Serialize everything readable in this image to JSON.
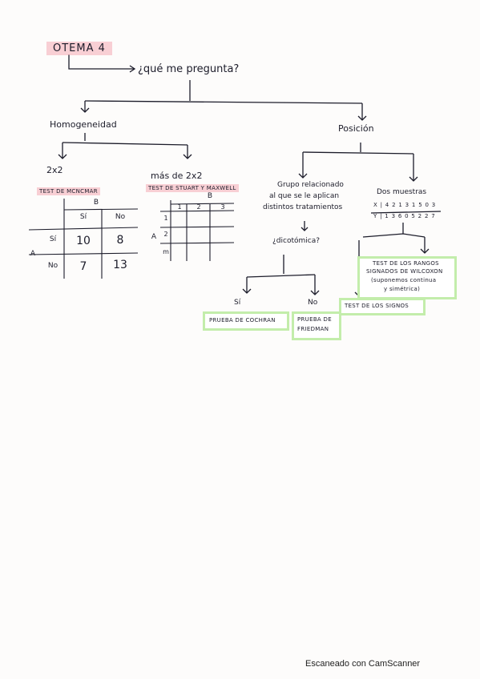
{
  "title": "OTEMA 4",
  "question": "¿qué me pregunta?",
  "branches": {
    "left": "Homogeneidad",
    "right": "Posición"
  },
  "homog": {
    "two_by_two": "2x2",
    "more_than": "más de 2x2",
    "test_mcnemar": "TEST DE MCNCMAR",
    "test_stuart": "TEST DE STUART Y MAXWELL",
    "mcnemar_table": {
      "col_var": "B",
      "row_var": "A",
      "col_headers": [
        "Sí",
        "No"
      ],
      "row_headers": [
        "Sí",
        "No"
      ],
      "rows": [
        [
          "10",
          "8"
        ],
        [
          "7",
          "13"
        ]
      ]
    },
    "stuart_table": {
      "col_var": "B",
      "row_var": "A",
      "col_headers": [
        "1",
        "2",
        "3"
      ],
      "row_headers": [
        "1",
        "2",
        "m"
      ]
    }
  },
  "posicion": {
    "group_text": [
      "Grupo relacionado",
      "al que se le aplican",
      "distintos tratamientos"
    ],
    "dicotomica": "¿dicotómica?",
    "si": "Sí",
    "no": "No",
    "cochran": "PRUEBA DE COCHRAN",
    "friedman": [
      "PRUEBA DE",
      "FRIEDMAN"
    ],
    "two_samples": "Dos muestras",
    "x_row": "X | 4 2 1 3 1 5 0 3",
    "y_row": "Y | 1 3 6 0 5 2 2 7",
    "wilcoxon": [
      "TEST DE LOS RANGOS",
      "SIGNADOS DE WILCOXON",
      "(suponemos continua",
      "y simétrica)"
    ],
    "signos": "TEST DE LOS SIGNOS"
  },
  "footer": "Escaneado con CamScanner"
}
